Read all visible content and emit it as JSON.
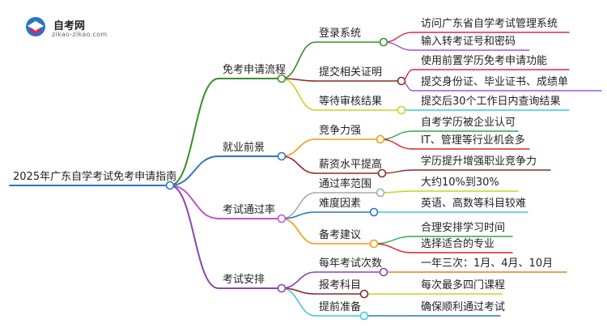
{
  "logo": {
    "title": "自考网",
    "subtitle": "zikao-zikao.com"
  },
  "root": "2025年广东自学考试免考申请指南",
  "branches": [
    {
      "label": "免考申请流程",
      "color": "#3a8f2a",
      "children": [
        {
          "label": "登录系统",
          "color": "#3a8f2a",
          "leaves": [
            {
              "label": "访问广东省自学考试管理系统",
              "color": "#e0245e"
            },
            {
              "label": "输入转考证号和密码",
              "color": "#9b59d6"
            }
          ]
        },
        {
          "label": "提交相关证明",
          "color": "#8a2b2b",
          "leaves": [
            {
              "label": "使用前置学历免考申请功能",
              "color": "#e0245e"
            },
            {
              "label": "提交身份证、毕业证书、成绩单",
              "color": "#9b59d6"
            }
          ]
        },
        {
          "label": "等待审核结果",
          "color": "#c9d31f",
          "leaves": [
            {
              "label": "提交后30个工作日内查询结果",
              "color": "#3fc7e0"
            }
          ]
        }
      ]
    },
    {
      "label": "就业前景",
      "color": "#2b74c9",
      "children": [
        {
          "label": "竞争力强",
          "color": "#f39c12",
          "leaves": [
            {
              "label": "自考学历被企业认可",
              "color": "#2fa84f"
            },
            {
              "label": "IT、管理等行业机会多",
              "color": "#e02020"
            }
          ]
        },
        {
          "label": "薪资水平提高",
          "color": "#8a2b2b",
          "leaves": [
            {
              "label": "学历提升增强职业竞争力",
              "color": "#8a2b2b"
            }
          ]
        }
      ]
    },
    {
      "label": "考试通过率",
      "color": "#c64fd6",
      "children": [
        {
          "label": "通过率范围",
          "color": "#aaaaaa",
          "leaves": [
            {
              "label": "大约10%到30%",
              "color": "#c9d31f"
            }
          ]
        },
        {
          "label": "难度因素",
          "color": "#2b74c9",
          "leaves": [
            {
              "label": "英语、高数等科目较难",
              "color": "#3fc7e0"
            }
          ]
        },
        {
          "label": "备考建议",
          "color": "#f39c12",
          "leaves": [
            {
              "label": "合理安排学习时间",
              "color": "#2fa84f"
            },
            {
              "label": "选择适合的专业",
              "color": "#e02020"
            }
          ]
        }
      ]
    },
    {
      "label": "考试安排",
      "color": "#8e44ad",
      "children": [
        {
          "label": "每年考试次数",
          "color": "#8e44ad",
          "leaves": [
            {
              "label": "一年三次：1月、4月、10月",
              "color": "#e67e22"
            }
          ]
        },
        {
          "label": "报考科目",
          "color": "#8a2b2b",
          "leaves": [
            {
              "label": "每次最多四门课程",
              "color": "#c9d31f"
            }
          ]
        },
        {
          "label": "提前准备",
          "color": "#3fc7e0",
          "leaves": [
            {
              "label": "确保顺利通过考试",
              "color": "#2b74c9"
            }
          ]
        }
      ]
    }
  ]
}
